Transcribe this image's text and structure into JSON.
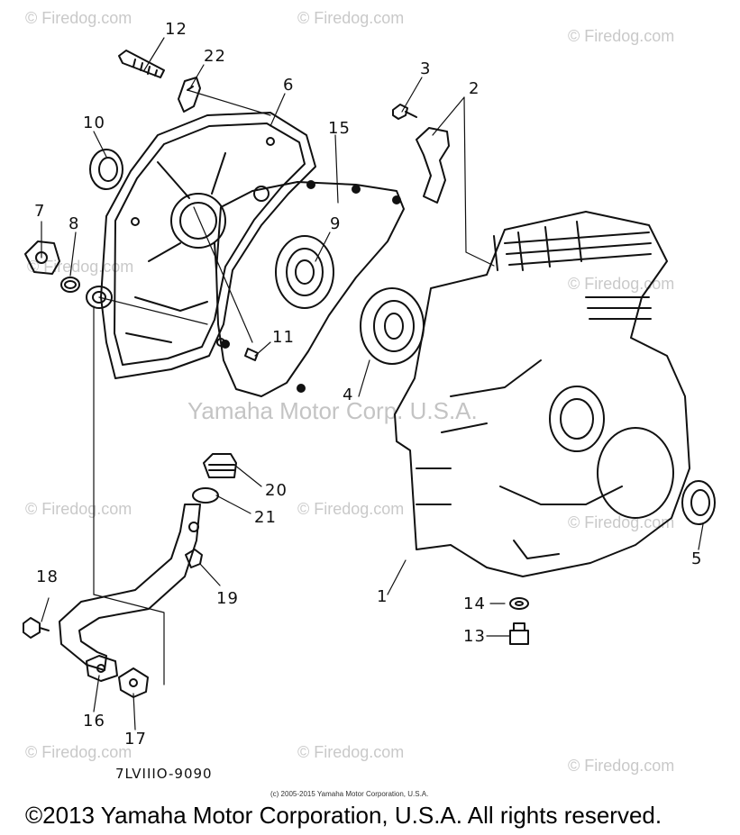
{
  "watermark": "© Firedog.com",
  "center_watermark": "Yamaha Motor Corp. U.S.A.",
  "callouts": {
    "c1": "1",
    "c2": "2",
    "c3": "3",
    "c4": "4",
    "c5": "5",
    "c6": "6",
    "c7": "7",
    "c8": "8",
    "c9": "9",
    "c10": "10",
    "c11": "11",
    "c12": "12",
    "c13": "13",
    "c14": "14",
    "c15": "15",
    "c16": "16",
    "c17": "17",
    "c18": "18",
    "c19": "19",
    "c20": "20",
    "c21": "21",
    "c22": "22"
  },
  "diagram_code": "7LVIIIO-9090",
  "small_copyright": "(c) 2005-2015 Yamaha Motor Corporation, U.S.A.",
  "copyright": "©2013 Yamaha Motor Corporation, U.S.A. All rights reserved.",
  "colors": {
    "ink": "#111111",
    "watermark": "#c9c9c9"
  }
}
